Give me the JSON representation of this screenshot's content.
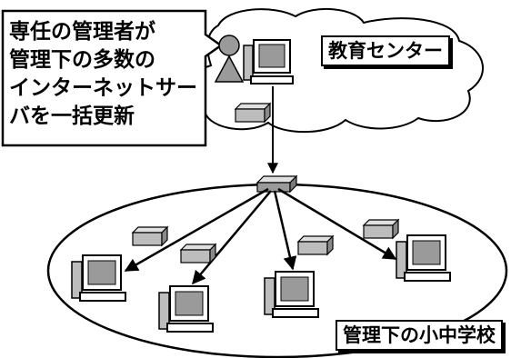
{
  "callout": {
    "lines": [
      "専任の管理者が",
      "管理下の多数の",
      "インターネットサー",
      "バを一括更新"
    ]
  },
  "labels": {
    "education_center": "教育センター",
    "managed_schools": "管理下の小中学校"
  },
  "colors": {
    "outline": "#000000",
    "monitor_face": "#9a9a9a",
    "device_face": "#bdbdbd",
    "background": "#ffffff"
  },
  "icons": [
    "administrator-person-icon",
    "center-computer-icon",
    "update-package-icon",
    "network-hub-icon",
    "school-computer-icon"
  ]
}
